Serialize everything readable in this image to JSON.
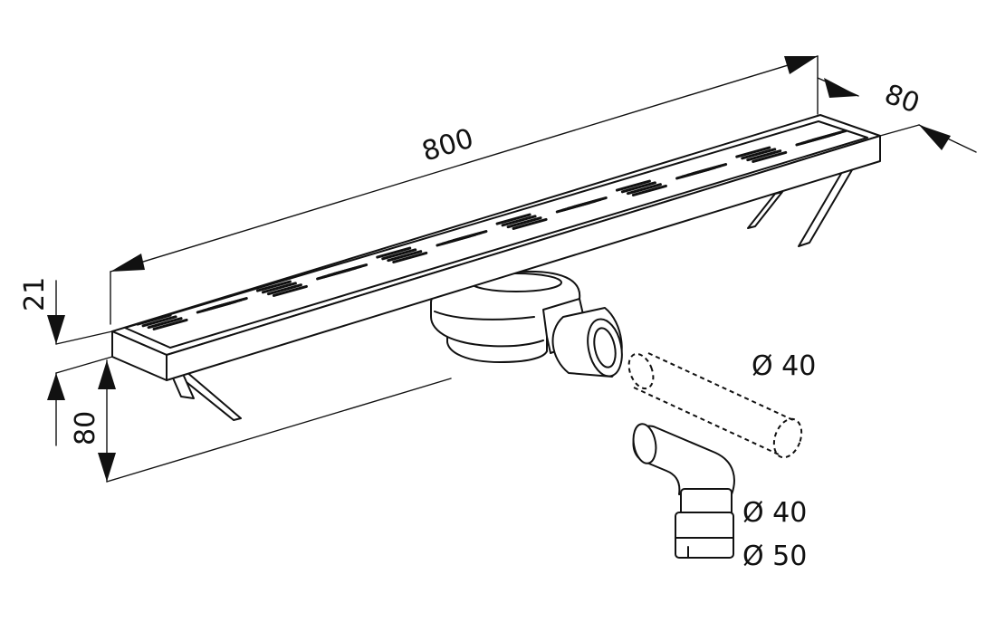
{
  "dimensions": {
    "length": "800",
    "width": "80",
    "grate_height": "21",
    "total_height": "80"
  },
  "pipes": {
    "outlet_diameter": "Ø 40",
    "adapter_inner_diameter": "Ø 40",
    "adapter_outer_diameter": "Ø 50"
  }
}
